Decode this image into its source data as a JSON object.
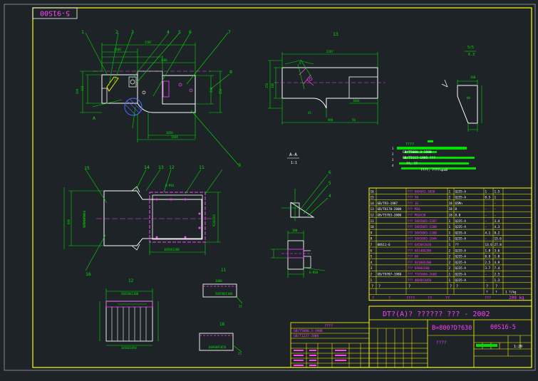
{
  "sheet": {
    "corner_code": "5-91S00"
  },
  "details": {
    "view1_callouts": [
      "1",
      "2",
      "3",
      "4",
      "5",
      "6",
      "7",
      "8",
      "9",
      "10"
    ],
    "a_label": "A",
    "top_right_label": "13",
    "rough_mark": "6.3",
    "rough_top": "5/5",
    "view_b_label": "1",
    "top_view_callouts": [
      "15",
      "14",
      "13",
      "12",
      "11",
      "16"
    ],
    "section_label": "A-A",
    "section_scale": "1:1",
    "detail_callouts": [
      "6",
      "5",
      "4"
    ],
    "small_view_12": "12",
    "small_view_11": "11",
    "small_view_16": "16"
  },
  "parts_table": {
    "rows": [
      {
        "no": "16",
        "std": "",
        "name": "??? 60X6X1-1050",
        "qty": "1",
        "mat": "Q235-A",
        "w1": "1",
        "w2": "1.5"
      },
      {
        "no": "15",
        "std": "",
        "name": "??? 50",
        "qty": "2",
        "mat": "Q235-A",
        "w1": "0.5",
        "w2": "1"
      },
      {
        "no": "14",
        "std": "GB/T93-1987",
        "name": "??? 16",
        "qty": "18",
        "mat": "65Mn",
        "w1": "-",
        "w2": "-"
      },
      {
        "no": "13",
        "std": "GB/T6170-2000",
        "name": "??? M16",
        "qty": "18",
        "mat": "8",
        "w1": "-",
        "w2": "-"
      },
      {
        "no": "12",
        "std": "GB/T5783-2000",
        "name": "??? M16X30",
        "qty": "18",
        "mat": "8.8",
        "w1": "-",
        "w2": "-"
      },
      {
        "no": "11",
        "std": "",
        "name": "??? 50X50X5-2287",
        "qty": "1",
        "mat": "Q235-A",
        "w1": "-",
        "w2": "3.4"
      },
      {
        "no": "10",
        "std": "",
        "name": "??? 50X50X5-1100",
        "qty": "1",
        "mat": "Q235-A",
        "w1": "-",
        "w2": "4.3"
      },
      {
        "no": "9",
        "std": "",
        "name": "??? 50X50X5-1100",
        "qty": "1",
        "mat": "Q235-A",
        "w1": "4.1",
        "w2": "8.2"
      },
      {
        "no": "8",
        "std": "",
        "name": "??? 50X50X5-1044",
        "qty": "1",
        "mat": "Q235-A",
        "w1": "-",
        "w2": "15.6"
      },
      {
        "no": "7",
        "std": "00S11-6",
        "name": "??? 6X50X1030",
        "qty": "1",
        "mat": "??",
        "w1": "13.6",
        "w2": "27.8"
      },
      {
        "no": "6",
        "std": "",
        "name": "??? 6X140X200",
        "qty": "2",
        "mat": "Q235-A",
        "w1": "1.8",
        "w2": "3.6"
      },
      {
        "no": "5",
        "std": "",
        "name": "??? 60",
        "qty": "2",
        "mat": "Q235-A",
        "w1": "0.9",
        "w2": "1.8"
      },
      {
        "no": "4",
        "std": "",
        "name": "??? 6X100X200",
        "qty": "2",
        "mat": "Q235-A",
        "w1": "2.5",
        "w2": "4.9"
      },
      {
        "no": "3",
        "std": "",
        "name": "??? 6X80X200",
        "qty": "2",
        "mat": "Q235-A",
        "w1": "3.7",
        "w2": "7.4"
      },
      {
        "no": "2",
        "std": "GB/T9787-1988",
        "name": "??? 75X50X6-2660",
        "qty": "1",
        "mat": "Q235-A",
        "w1": "-",
        "w2": "2.5"
      },
      {
        "no": "1",
        "std": "",
        "name": "??? 40X8X1050",
        "qty": "1",
        "mat": "Q235-A",
        "w1": "-",
        "w2": "1.3"
      }
    ],
    "header": {
      "no": "?",
      "std": "?",
      "name": "?",
      "qty": "?",
      "mat": "?",
      "w1": "?",
      "w2": "?"
    },
    "header2": {
      "w1": "?",
      "w2": "?",
      "unit": "1 ?/kg"
    },
    "total_row": {
      "a": "?",
      "b": "?",
      "c": "????",
      "d": "??",
      "e": "??",
      "f": "???",
      "total": "209 kg"
    }
  },
  "title_block": {
    "title": "DT?(A)? ?????? ??? - 2002",
    "spec": "B=800?D?630",
    "drawing_no": "00S16-5",
    "sub": "????",
    "scale": "1:20",
    "change_list": [
      "????",
      "GB/T5000.3-1988",
      "GB/T1237-2000"
    ]
  },
  "notes": {
    "tech_title": "????",
    "lines": [
      "GB/T5000.3-1988",
      "GB/T5117-1995 ???",
      "??, ??",
      "????, ????=pu0"
    ]
  },
  "colors": {
    "background": "#1e2327",
    "outline": "#ffffff",
    "dim": "#00e000",
    "center": "#ff40ff",
    "frame": "#ffff00",
    "hatch": "#4a6cff",
    "text_yellow": "#ffff00",
    "text_green": "#00ff00"
  }
}
